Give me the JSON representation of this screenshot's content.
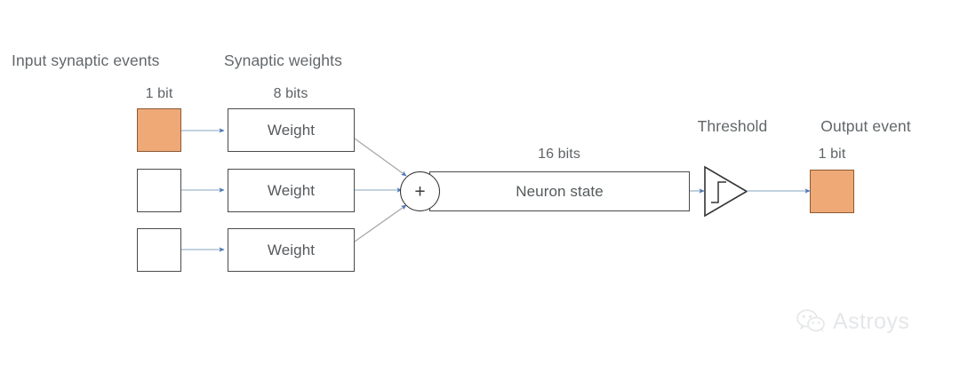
{
  "figure": {
    "background_color": "#ffffff",
    "accent_event_color": "#efa977",
    "arrow_color": "#9fb6c9",
    "arrowhead_color": "#4a77b5",
    "outline_color": "#4a4a4a",
    "text_color": "#5e6366"
  },
  "sections": {
    "input_events_label": "Input synaptic events",
    "synaptic_weights_label": "Synaptic weights",
    "threshold_label": "Threshold",
    "output_event_label": "Output event"
  },
  "bit_widths": {
    "input": "1 bit",
    "weights": "8 bits",
    "neuron_state": "16 bits",
    "output": "1 bit"
  },
  "input_events": [
    {
      "name": "input-event-0",
      "active": true
    },
    {
      "name": "input-event-1",
      "active": false
    },
    {
      "name": "input-event-2",
      "active": false
    }
  ],
  "weights": [
    {
      "label": "Weight"
    },
    {
      "label": "Weight"
    },
    {
      "label": "Weight"
    }
  ],
  "adder": {
    "symbol": "+"
  },
  "neuron_state": {
    "label": "Neuron state"
  },
  "threshold_unit": {
    "icon": "step-function-icon"
  },
  "output_event": {
    "active": true
  },
  "watermark": {
    "text": "Astroys",
    "icon": "wechat-icon"
  }
}
